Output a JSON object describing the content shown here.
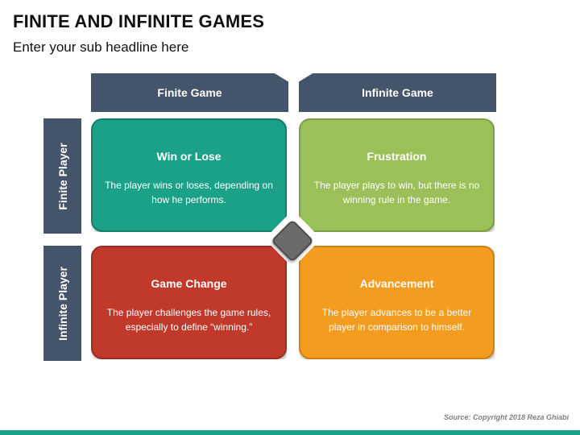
{
  "title": "FINITE AND INFINITE GAMES",
  "subtitle": "Enter your sub headline here",
  "columns": {
    "finite": "Finite Game",
    "infinite": "Infinite Game"
  },
  "rows": {
    "finite": "Finite Player",
    "infinite": "Infinite Player"
  },
  "quadrants": {
    "top_left": {
      "title": "Win or Lose",
      "text": "The player wins or loses, depending on how he performs."
    },
    "top_right": {
      "title": "Frustration",
      "text": "The player plays to win, but there is no winning rule in the game."
    },
    "bottom_left": {
      "title": "Game Change",
      "text": "The player challenges the game rules, especially to define “winning.”"
    },
    "bottom_right": {
      "title": "Advancement",
      "text": "The player advances to be a better player in comparison to himself."
    }
  },
  "source": "Source: Copyright 2018 Reza Ghiabi",
  "colors": {
    "header": "#44546a",
    "top_left": "#1aa187",
    "top_right": "#9bc059",
    "bottom_left": "#c0392b",
    "bottom_right": "#f39c1f",
    "center": "#6b6b6b"
  }
}
